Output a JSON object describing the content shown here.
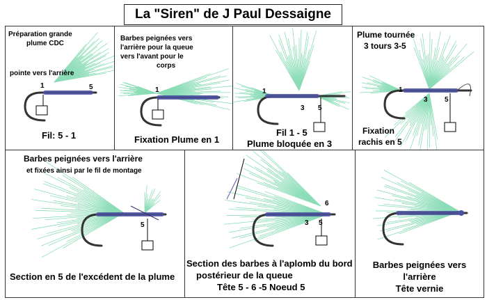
{
  "title": "La \"Siren\" de J Paul Dessaigne",
  "steps": [
    {
      "caption_top": [
        "Préparation grande",
        "plume CDC"
      ],
      "caption_mid": "pointe vers l'arrière",
      "caption_bottom": "Fil:  5 - 1",
      "marks": [
        "1",
        "5"
      ]
    },
    {
      "caption_top": [
        "Barbes peignées vers",
        "l'arrière pour la queue",
        "vers l'avant pour le",
        "corps"
      ],
      "caption_bottom": "Fixation Plume en 1",
      "marks": [
        "1"
      ]
    },
    {
      "caption_bottom": [
        "Fil 1 - 5",
        "Plume bloquée en 3"
      ],
      "marks": [
        "1",
        "3",
        "5"
      ]
    },
    {
      "caption_top": [
        "Plume tournée",
        "3 tours 3-5"
      ],
      "caption_bottom": [
        "Fixation",
        "rachis en 5"
      ],
      "marks": [
        "1",
        "3",
        "5"
      ]
    },
    {
      "caption_top": [
        "Barbes peignées vers l'arrière",
        "et fixées ainsi par le fil de montage"
      ],
      "caption_bottom": "Section en 5 de l'excédent de la plume",
      "marks": [
        "5"
      ]
    },
    {
      "caption_bottom": [
        "Section des barbes à l'aplomb du bord",
        "postérieur de     la queue",
        "Tête  5 - 6 -5      Noeud 5"
      ],
      "marks": [
        "6",
        "3",
        "5"
      ]
    },
    {
      "caption_bottom": [
        "Barbes peignées vers",
        "l'arrière",
        "Tête vernie"
      ],
      "marks": []
    }
  ],
  "colors": {
    "feather": "#7fd9b0",
    "body": "#4a4fa0",
    "hook": "#333333",
    "border": "#333333"
  }
}
